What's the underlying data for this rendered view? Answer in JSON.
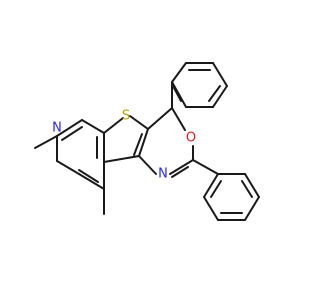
{
  "atoms": {
    "S": {
      "symbol": "S"
    },
    "O": {
      "symbol": "O"
    },
    "N_pyridine": {
      "symbol": "N"
    },
    "N_oxazine": {
      "symbol": "N"
    }
  },
  "colors": {
    "bond": "#1a1a1a",
    "S": "#b3a300",
    "O": "#e02020",
    "N": "#2a2ae0"
  }
}
